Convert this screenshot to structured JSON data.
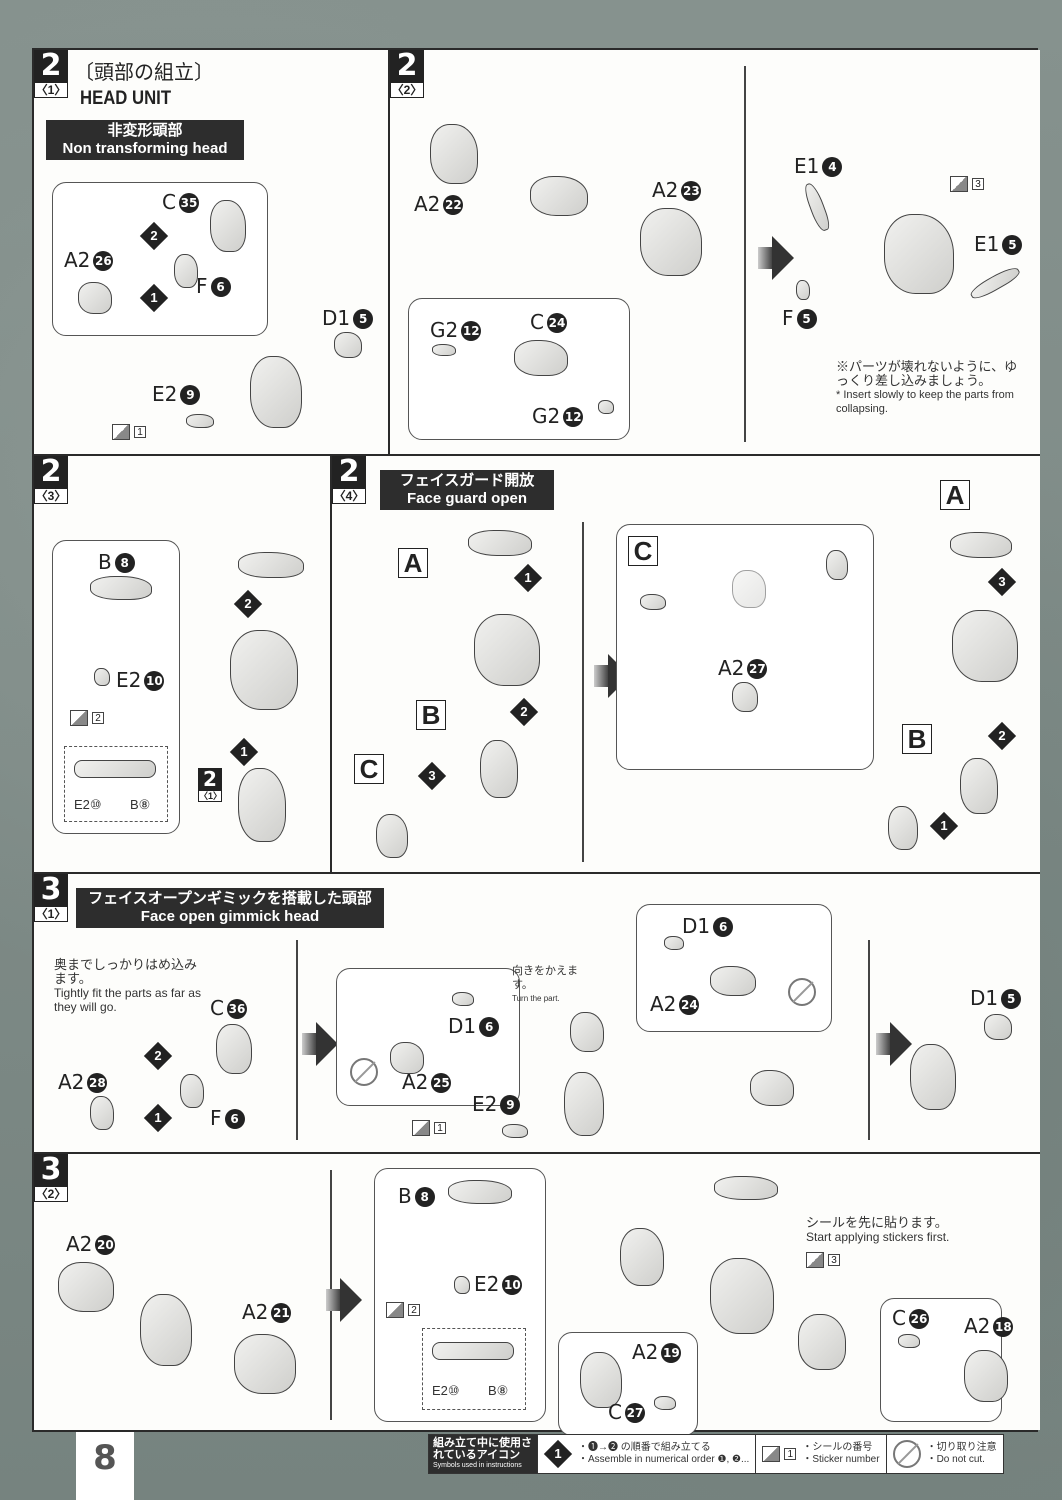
{
  "page": {
    "number": "8"
  },
  "sections": {
    "s2_1": {
      "step": "2",
      "sub": "〈1〉",
      "title_ja": "〔頭部の組立〕",
      "title_en": "HEAD UNIT",
      "banner_ja": "非変形頭部",
      "banner_en": "Non transforming head",
      "labels": {
        "c35": "C",
        "c35n": "35",
        "a226": "A2",
        "a226n": "26",
        "f6": "F",
        "f6n": "6",
        "d15": "D1",
        "d15n": "5",
        "e29": "E2",
        "e29n": "9"
      },
      "order": [
        "1",
        "2"
      ],
      "sticker": "1"
    },
    "s2_2": {
      "step": "2",
      "sub": "〈2〉",
      "labels": {
        "a222": "A2",
        "a222n": "22",
        "a223": "A2",
        "a223n": "23",
        "g212a": "G2",
        "g212an": "12",
        "c24": "C",
        "c24n": "24",
        "g212b": "G2",
        "g212bn": "12",
        "e14": "E1",
        "e14n": "4",
        "e15": "E1",
        "e15n": "5",
        "f5": "F",
        "f5n": "5"
      },
      "sticker": "3",
      "note_ja": "※パーツが壊れないように、ゆっくり差し込みましょう。",
      "note_en": "* Insert slowly to keep the parts from collapsing."
    },
    "s2_3": {
      "step": "2",
      "sub": "〈3〉",
      "labels": {
        "b8": "B",
        "b8n": "8",
        "e210": "E2",
        "e210n": "10",
        "e210s": "E2⑩",
        "b8s": "B⑧",
        "ref_step": "2",
        "ref_sub": "〈1〉"
      },
      "order": [
        "1",
        "2"
      ],
      "sticker": "2"
    },
    "s2_4": {
      "step": "2",
      "sub": "〈4〉",
      "banner_ja": "フェイスガード開放",
      "banner_en": "Face guard open",
      "boxes": [
        "A",
        "B",
        "C"
      ],
      "labels": {
        "a227": "A2",
        "a227n": "27"
      },
      "order": [
        "1",
        "2",
        "3"
      ]
    },
    "s3_1": {
      "step": "3",
      "sub": "〈1〉",
      "banner_ja": "フェイスオープンギミックを搭載した頭部",
      "banner_en": "Face open gimmick head",
      "note_ja": "奥までしっかりはめ込みます。",
      "note_en": "Tightly fit the parts as far as they will go.",
      "turn_ja": "向きをかえます。",
      "turn_en": "Turn the part.",
      "labels": {
        "c36": "C",
        "c36n": "36",
        "a228": "A2",
        "a228n": "28",
        "f6": "F",
        "f6n": "6",
        "d16": "D1",
        "d16n": "6",
        "a225": "A2",
        "a225n": "25",
        "e29": "E2",
        "e29n": "9",
        "d16b": "D1",
        "d16bn": "6",
        "a224": "A2",
        "a224n": "24",
        "d15": "D1",
        "d15n": "5"
      },
      "order": [
        "1",
        "2"
      ],
      "sticker": "1"
    },
    "s3_2": {
      "step": "3",
      "sub": "〈2〉",
      "labels": {
        "a220": "A2",
        "a220n": "20",
        "a221": "A2",
        "a221n": "21",
        "b8": "B",
        "b8n": "8",
        "e210": "E2",
        "e210n": "10",
        "e210s": "E2⑩",
        "b8s": "B⑧",
        "a219": "A2",
        "a219n": "19",
        "c27": "C",
        "c27n": "27",
        "c26": "C",
        "c26n": "26",
        "a218": "A2",
        "a218n": "18"
      },
      "sticker_a": "2",
      "sticker_b": "3",
      "note_ja": "シールを先に貼ります。",
      "note_en": "Start applying stickers first."
    }
  },
  "legend": {
    "head_ja": "組み立て中に使用されているアイコン",
    "head_en": "Symbols used in instructions",
    "order_icon": "1",
    "order_ja": "・❶→❷ の順番で組み立てる",
    "order_en": "・Assemble in numerical order ❶, ❷...",
    "sticker_num": "1",
    "sticker_ja": "・シールの番号",
    "sticker_en": "・Sticker number",
    "nocut_ja": "・切り取り注意",
    "nocut_en": "・Do not cut."
  }
}
